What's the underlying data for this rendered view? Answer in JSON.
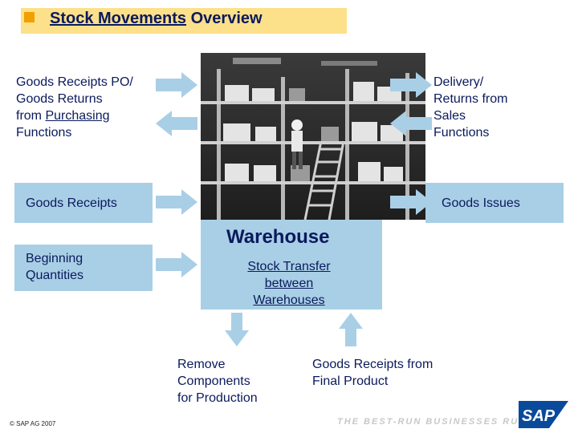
{
  "header": {
    "title_part1": "Stock Movements",
    "title_part2": " Overview"
  },
  "left": {
    "purchasing_line1": "Goods Receipts PO/",
    "purchasing_line2": "Goods Returns",
    "purchasing_line3a": "from ",
    "purchasing_line3b": "Purchasing",
    "purchasing_line4": "Functions",
    "goods_receipts": "Goods Receipts",
    "beginning_line1": "Beginning",
    "beginning_line2": "Quantities"
  },
  "right": {
    "sales_line1": "Delivery/",
    "sales_line2": "Returns from",
    "sales_line3": "Sales",
    "sales_line4": "Functions",
    "goods_issues": "Goods Issues"
  },
  "center": {
    "warehouse": "Warehouse",
    "transfer_line1": "Stock Transfer",
    "transfer_line2": "between",
    "transfer_line3": "Warehouses"
  },
  "bottom": {
    "remove_line1": "Remove",
    "remove_line2": "Components",
    "remove_line3": "for Production",
    "final_line1": "Goods Receipts from",
    "final_line2": "Final Product"
  },
  "footer": {
    "copyright": "© SAP AG 2007",
    "tagline": "THE BEST-RUN BUSINESSES RUN SAP",
    "logo": "SAP"
  },
  "colors": {
    "box_blue": "#a9cfe6",
    "header_yellow": "#fde08a",
    "text_navy": "#0a1a5c"
  }
}
